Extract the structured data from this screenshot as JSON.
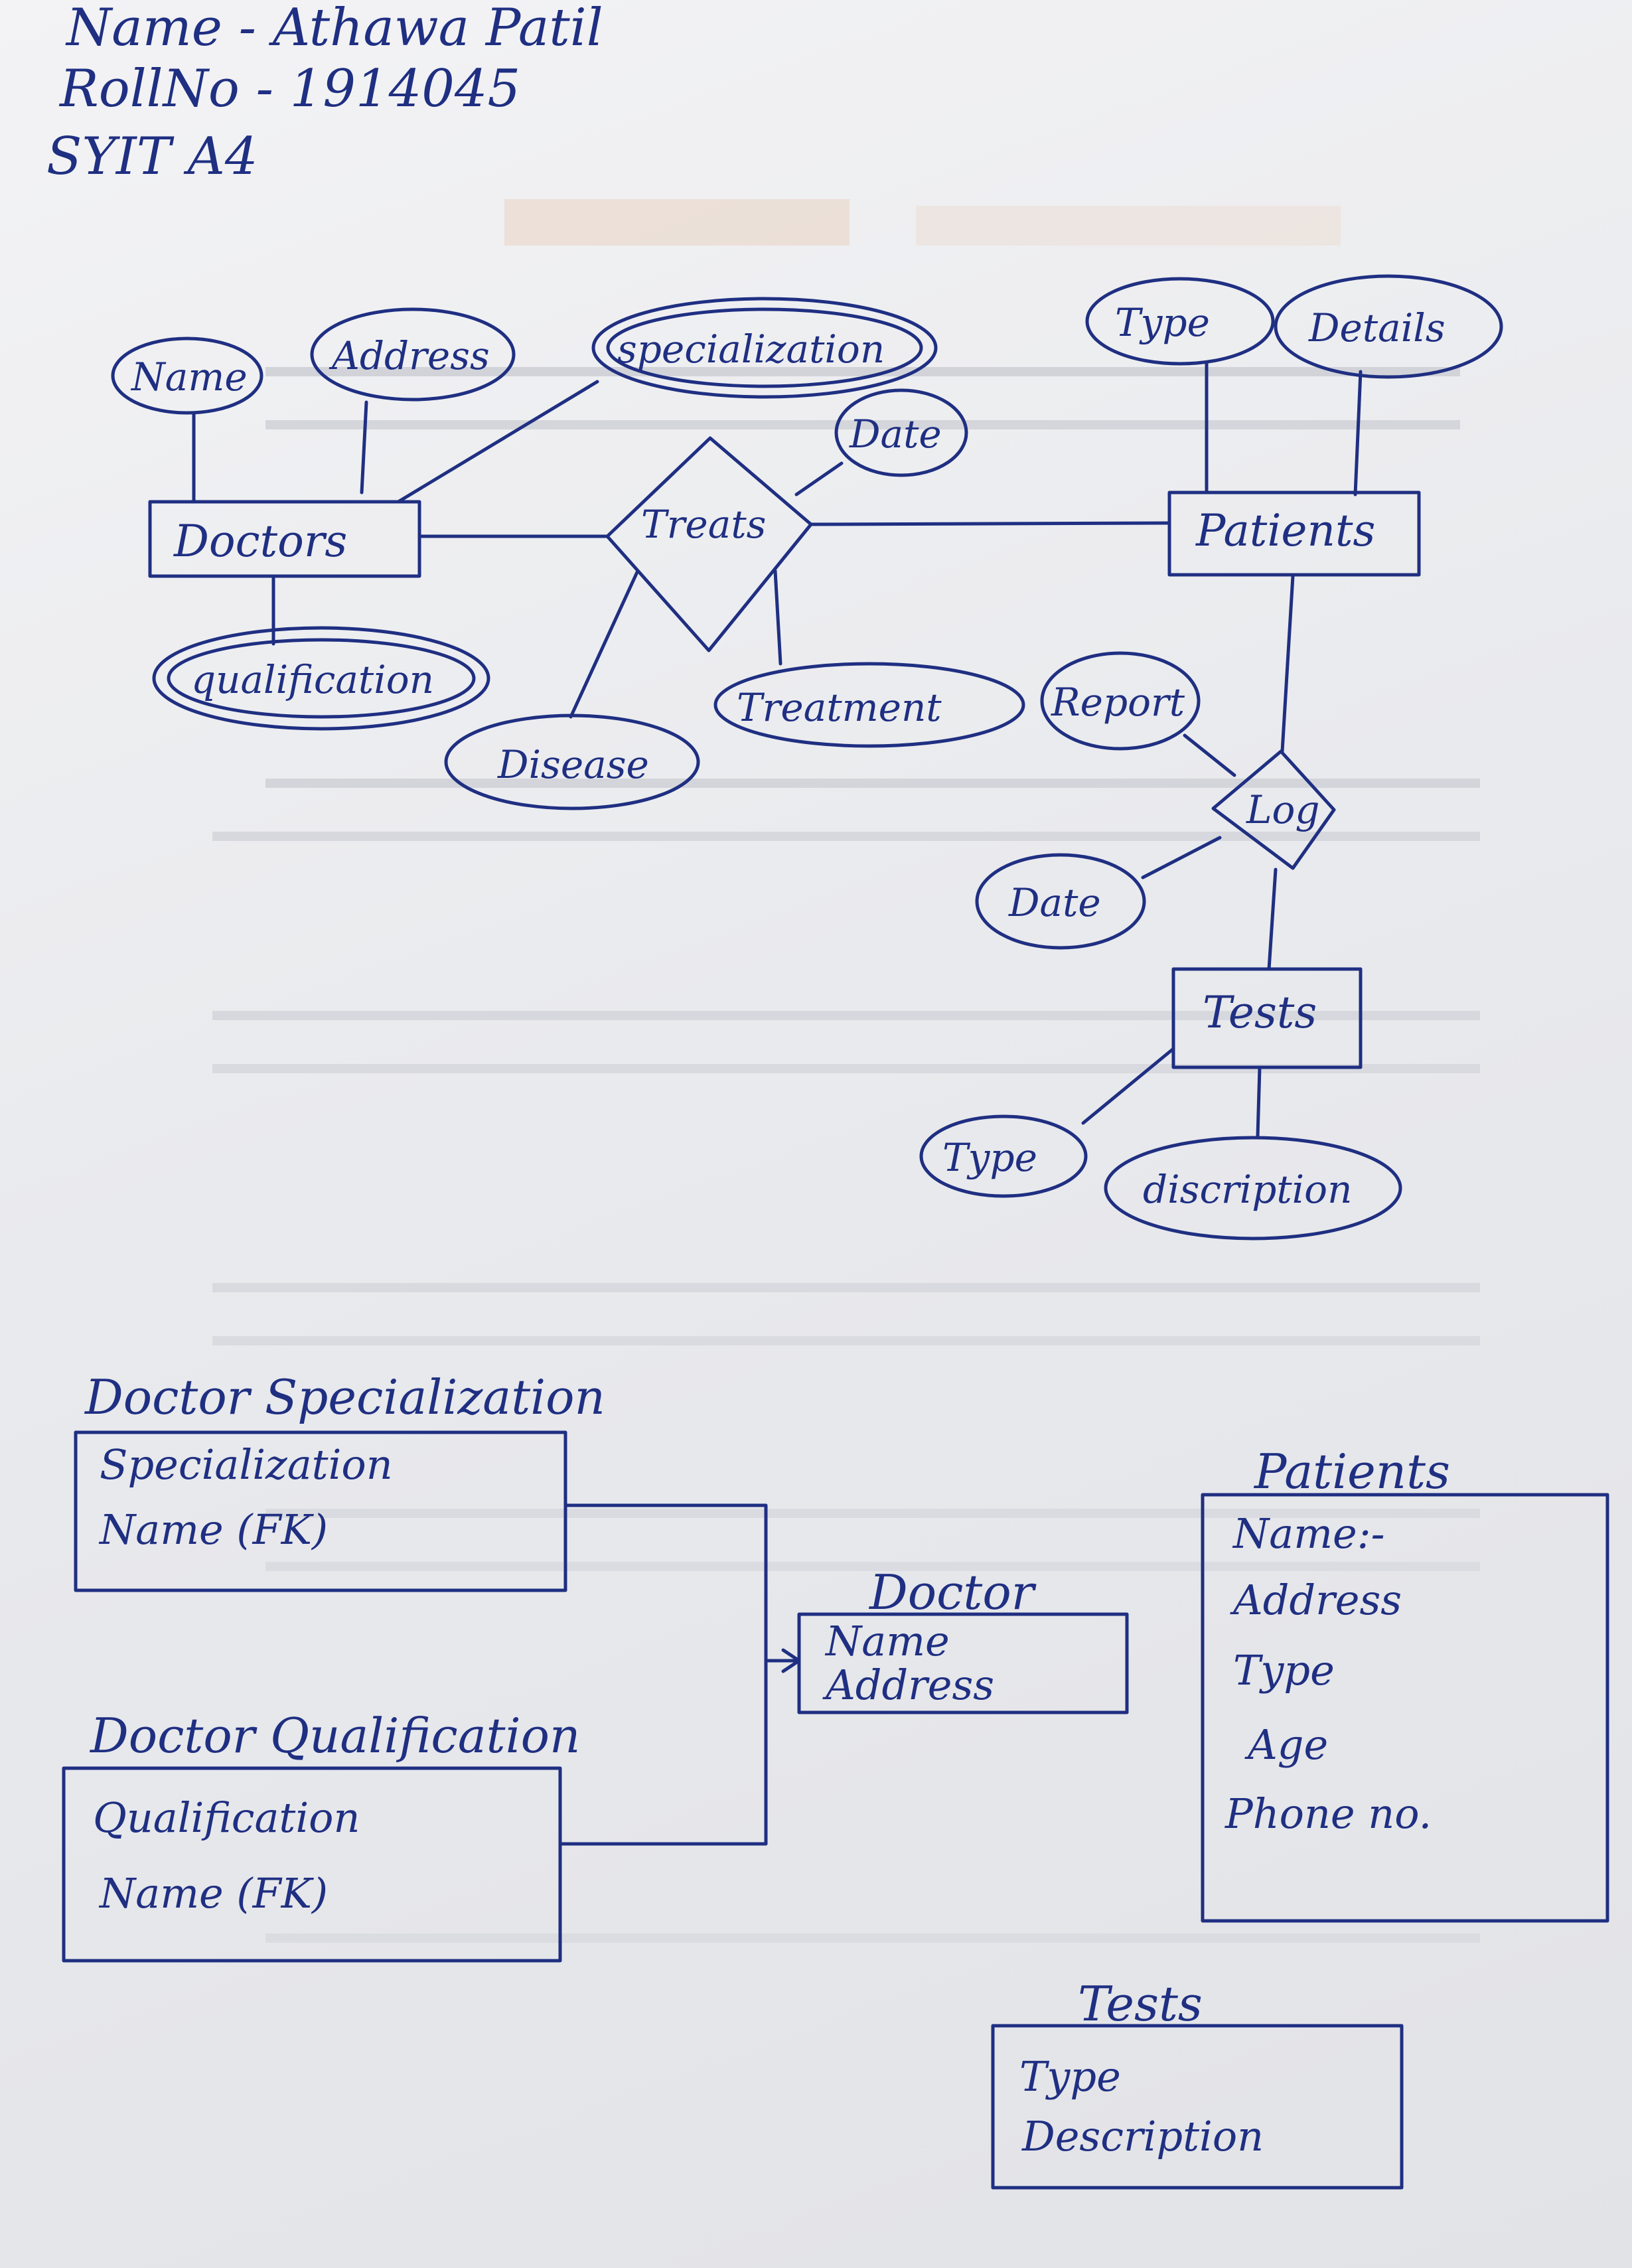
{
  "header": {
    "name_line": "Name - Athawa Patil",
    "roll_line": "RollNo - 1914045",
    "class_line": "SYIT A4"
  },
  "er_diagram": {
    "entities": {
      "doctors": "Doctors",
      "patients": "Patients",
      "tests": "Tests"
    },
    "relationships": {
      "treats": "Treats",
      "log": "Log"
    },
    "attributes": {
      "name": "Name",
      "address": "Address",
      "specialization": "specialization",
      "qualification": "qualification",
      "treats_date": "Date",
      "disease": "Disease",
      "treatment": "Treatment",
      "patient_type": "Type",
      "patient_details": "Details",
      "report": "Report",
      "log_date": "Date",
      "test_type": "Type",
      "test_description": "discription"
    }
  },
  "tables": {
    "doctor_specialization": {
      "title": "Doctor Specialization",
      "fields": [
        "Specialization",
        "Name (FK)"
      ]
    },
    "doctor_qualification": {
      "title": "Doctor Qualification",
      "fields": [
        "Qualification",
        "Name (FK)"
      ]
    },
    "doctor": {
      "title": "Doctor",
      "fields": [
        "Name",
        "Address"
      ]
    },
    "patients": {
      "title": "Patients",
      "fields": [
        "Name:-",
        "Address",
        "Type",
        "Age",
        "Phone no."
      ]
    },
    "tests": {
      "title": "Tests",
      "fields": [
        "Type",
        "Description"
      ]
    }
  }
}
